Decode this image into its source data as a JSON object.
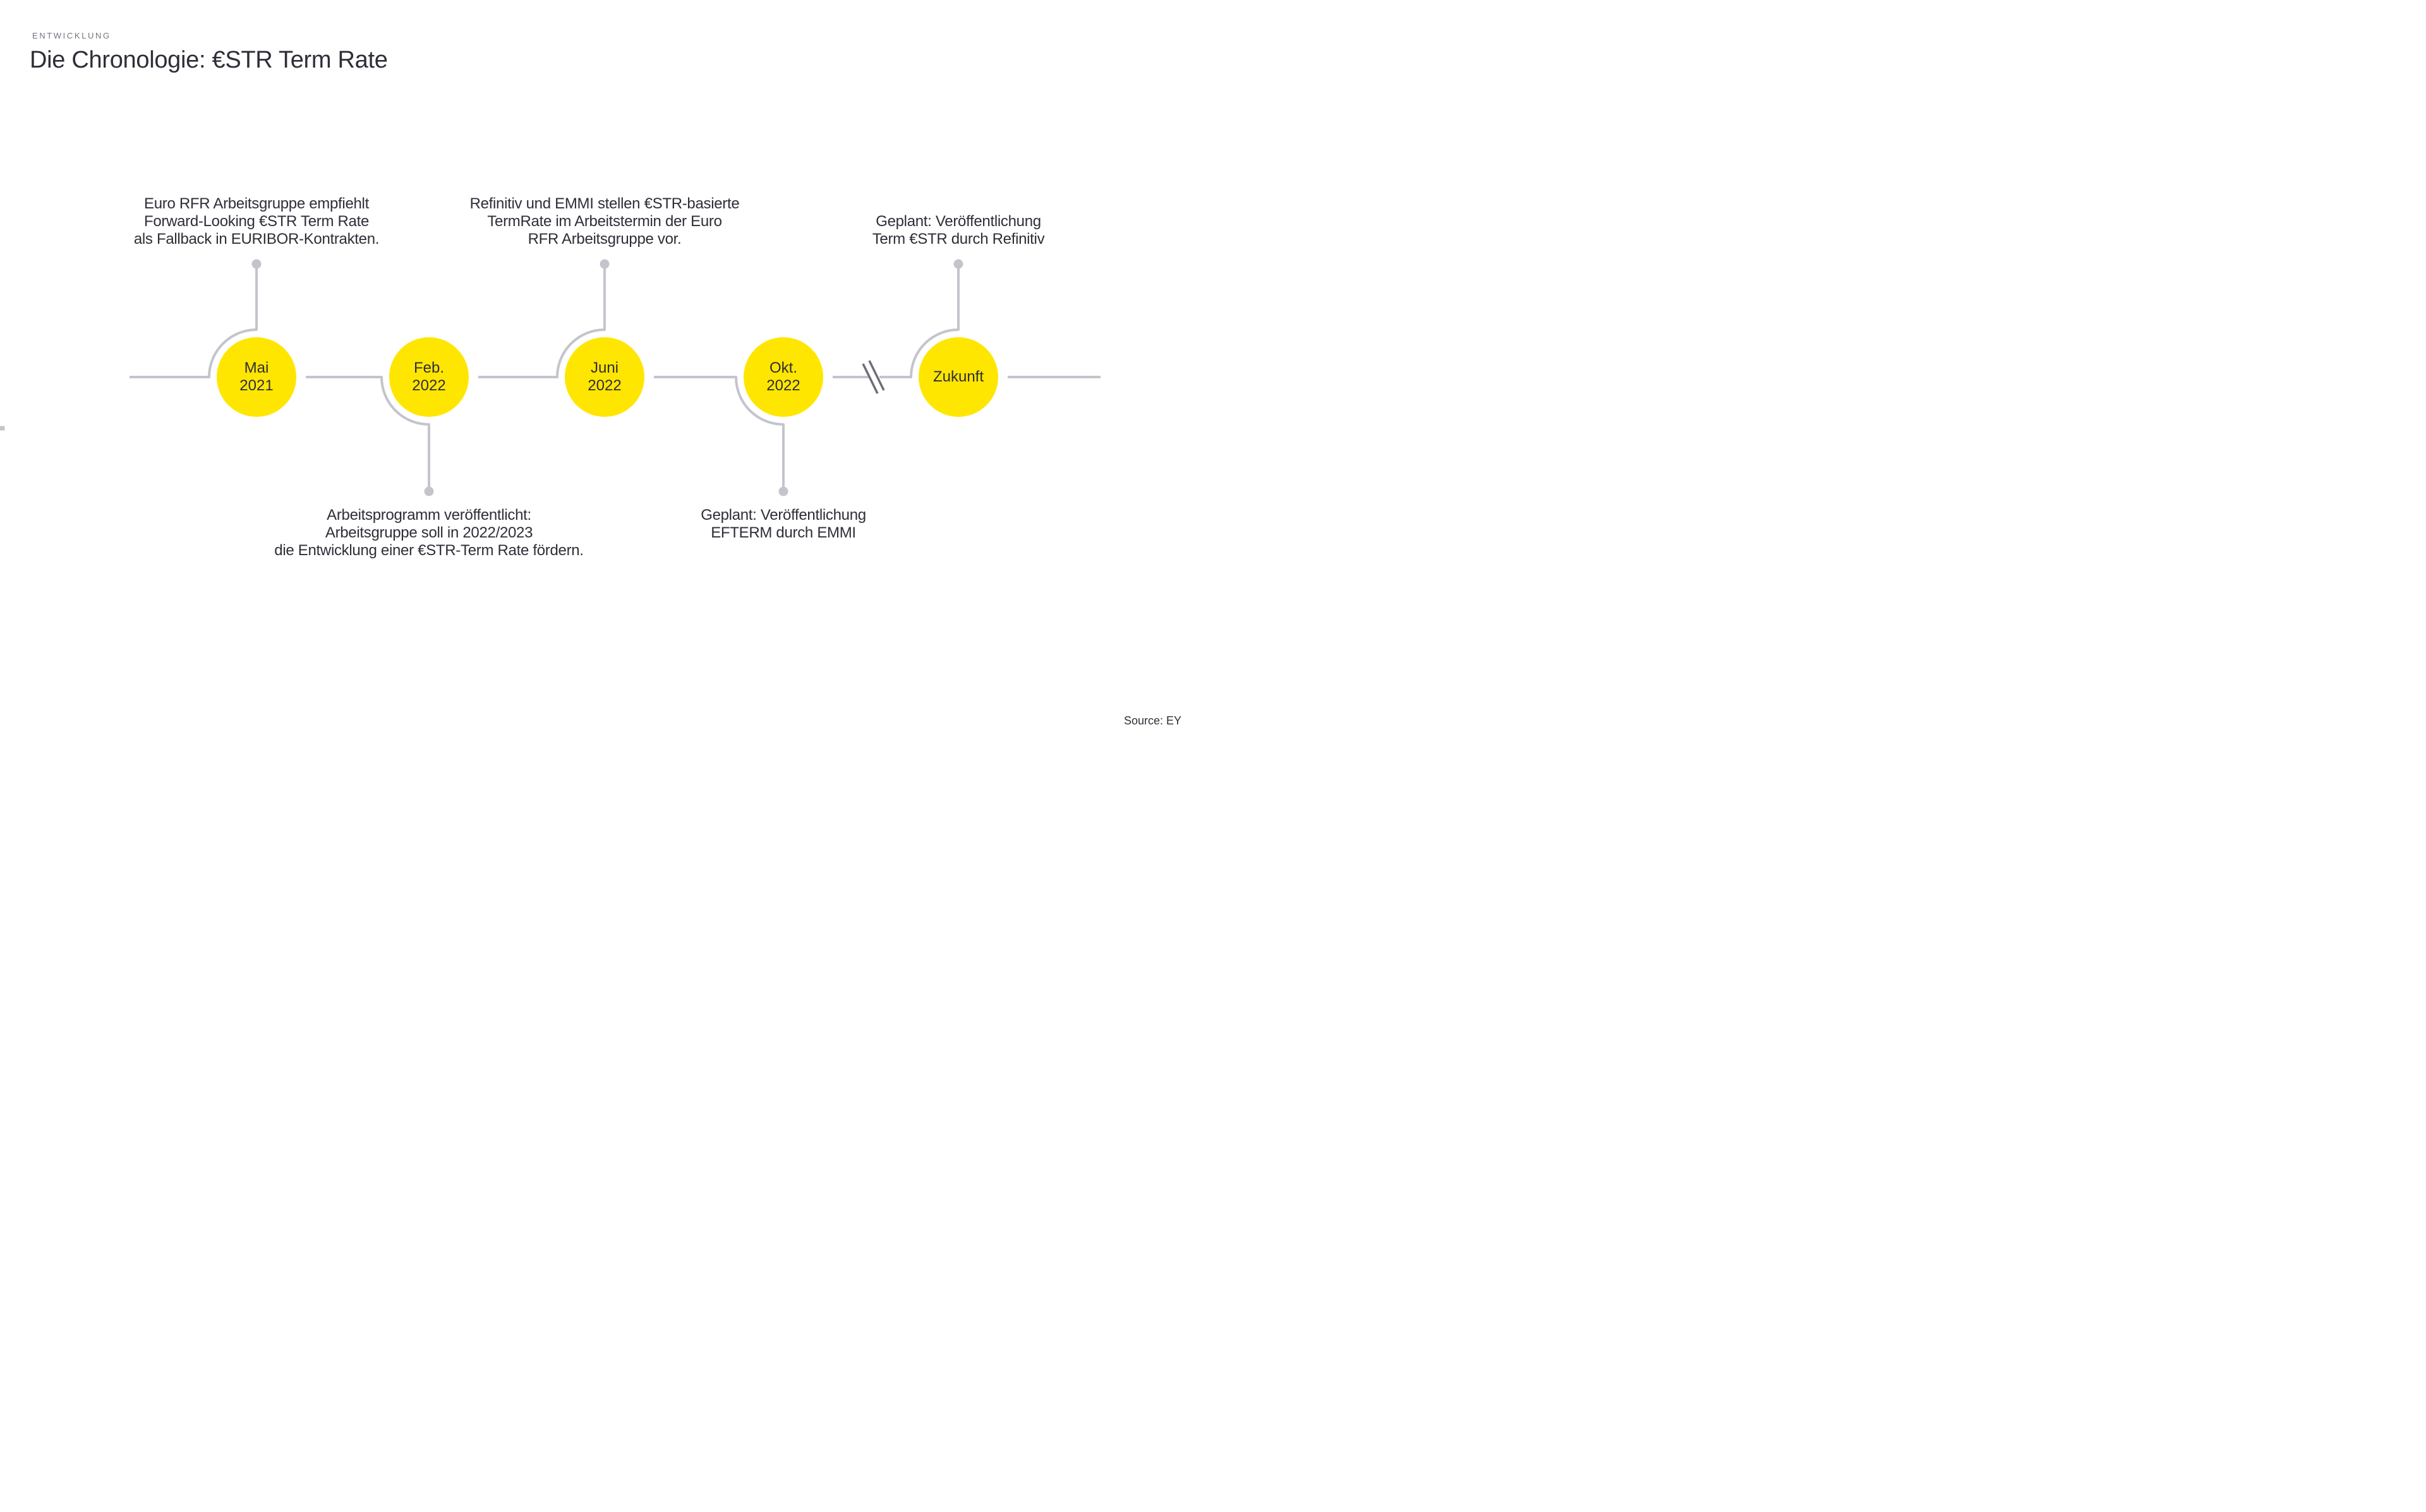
{
  "page": {
    "kicker": "ENTWICKLUNG",
    "title": "Die Chronologie: €STR Term Rate",
    "source": "Source: EY"
  },
  "colors": {
    "accent_yellow": "#ffe600",
    "ink": "#2e2e38",
    "connector_gray": "#c4c4cd",
    "break_gray": "#6d6d79",
    "kicker_gray": "#747480",
    "background": "#ffffff"
  },
  "timeline": {
    "orientation": "horizontal",
    "break_between": [
      "okt-2022",
      "zukunft"
    ],
    "events": [
      {
        "id": "mai-2021",
        "label_lines": [
          "Mai",
          "2021"
        ],
        "annotation_position": "above",
        "annotation_lines": [
          "Euro RFR Arbeitsgruppe empfiehlt",
          "Forward-Looking €STR Term Rate",
          "als Fallback in EURIBOR-Kontrakten."
        ]
      },
      {
        "id": "feb-2022",
        "label_lines": [
          "Feb.",
          "2022"
        ],
        "annotation_position": "below",
        "annotation_lines": [
          "Arbeitsprogramm veröffentlicht:",
          "Arbeitsgruppe soll in 2022/2023",
          "die Entwicklung einer €STR-Term Rate fördern."
        ]
      },
      {
        "id": "juni-2022",
        "label_lines": [
          "Juni",
          "2022"
        ],
        "annotation_position": "above",
        "annotation_lines": [
          "Refinitiv und EMMI stellen €STR-basierte",
          "TermRate im Arbeitstermin der Euro",
          "RFR Arbeitsgruppe vor."
        ]
      },
      {
        "id": "okt-2022",
        "label_lines": [
          "Okt.",
          "2022"
        ],
        "annotation_position": "below",
        "annotation_lines": [
          "Geplant: Veröffentlichung",
          "EFTERM durch EMMI"
        ]
      },
      {
        "id": "zukunft",
        "label_lines": [
          "Zukunft"
        ],
        "annotation_position": "above",
        "annotation_lines": [
          "Geplant: Veröffentlichung",
          "Term €STR durch Refinitiv"
        ]
      }
    ]
  }
}
